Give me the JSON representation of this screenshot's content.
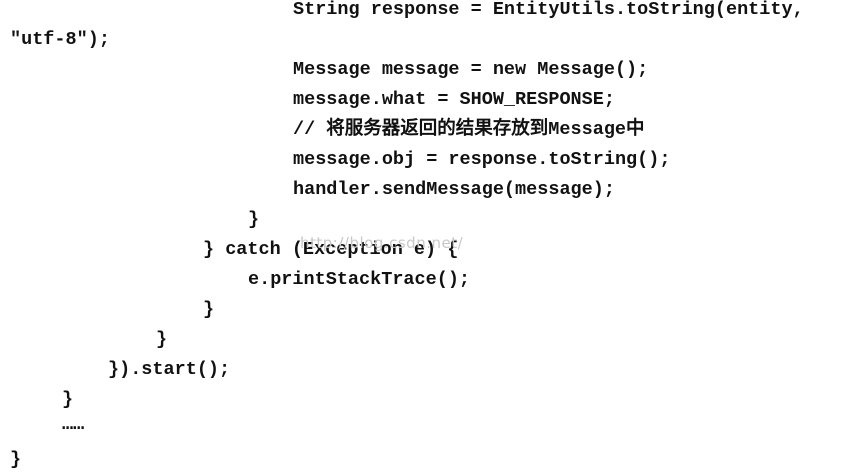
{
  "code_lines": [
    {
      "indent": 29,
      "text": "String response = EntityUtils.toString(entity,"
    },
    {
      "indent": 1,
      "text": "\"utf-8\");"
    },
    {
      "indent": 29,
      "text": "Message message = new Message();"
    },
    {
      "indent": 29,
      "text": "message.what = SHOW_RESPONSE;"
    },
    {
      "indent": 29,
      "text": "// 将服务器返回的结果存放到Message中"
    },
    {
      "indent": 29,
      "text": "message.obj = response.toString();"
    },
    {
      "indent": 29,
      "text": "handler.sendMessage(message);"
    },
    {
      "indent": 25,
      "text": "}"
    },
    {
      "indent": 20,
      "text": "} catch (Exception e) {"
    },
    {
      "indent": 24,
      "text": "e.printStackTrace();"
    },
    {
      "indent": 20,
      "text": "}"
    },
    {
      "indent": 16,
      "text": "}"
    },
    {
      "indent": 11,
      "text": "}).start();"
    },
    {
      "indent": 6,
      "text": "}"
    },
    {
      "indent": 6,
      "text": "……"
    },
    {
      "indent": 1,
      "text": "}"
    }
  ],
  "watermark": "http://blog.csdn.net/"
}
